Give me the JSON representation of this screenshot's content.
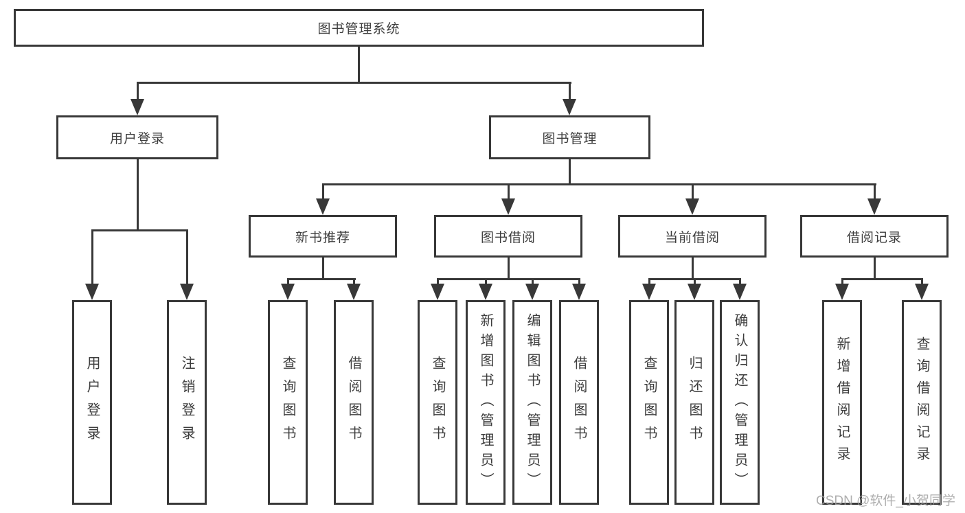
{
  "tree": {
    "root": "图书管理系统",
    "branches": [
      {
        "label": "用户登录",
        "children": [
          "用户登录",
          "注销登录"
        ]
      },
      {
        "label": "图书管理",
        "children": [
          {
            "label": "新书推荐",
            "children": [
              "查询图书",
              "借阅图书"
            ]
          },
          {
            "label": "图书借阅",
            "children": [
              "查询图书",
              "新增图书（管理员）",
              "编辑图书（管理员）",
              "借阅图书"
            ]
          },
          {
            "label": "当前借阅",
            "children": [
              "查询图书",
              "归还图书",
              "确认归还（管理员）"
            ]
          },
          {
            "label": "借阅记录",
            "children": [
              "新增借阅记录",
              "查询借阅记录"
            ]
          }
        ]
      }
    ]
  },
  "watermark": {
    "text": "CSDN @软件_小贺同学"
  },
  "colors": {
    "line": "#383838",
    "text": "#3d3d3d",
    "watermark": "#a0a0a0",
    "bg": "#ffffff"
  }
}
